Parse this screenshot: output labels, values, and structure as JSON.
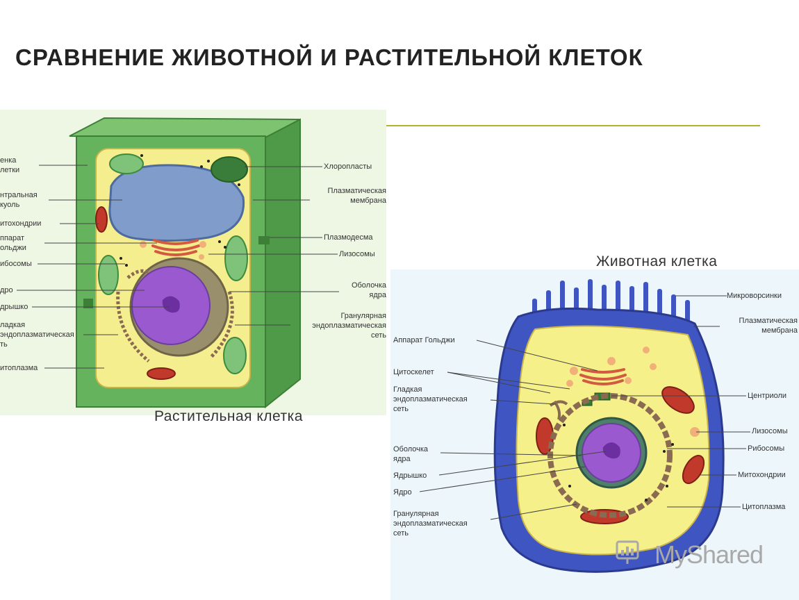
{
  "title": "СРАВНЕНИЕ ЖИВОТНОЙ И РАСТИТЕЛЬНОЙ КЛЕТОК",
  "plant": {
    "caption": "Растительная клетка",
    "left_labels": [
      [
        "енка",
        "летки"
      ],
      [
        "нтральная",
        "куоль"
      ],
      [
        "итохондрии"
      ],
      [
        "ппарат",
        "ольджи"
      ],
      [
        "ибосомы"
      ],
      [
        "дро"
      ],
      [
        "дрышко"
      ],
      [
        "ладкая",
        "эндоплазматическая",
        "ть"
      ],
      [
        "итоплазма"
      ]
    ],
    "right_labels": [
      [
        "Хлоропласты"
      ],
      [
        "Плазматическая",
        "мембрана"
      ],
      [
        "Плазмодесма"
      ],
      [
        "Лизосомы"
      ],
      [
        "Оболочка",
        "ядра"
      ],
      [
        "Гранулярная",
        "эндоплазматическая",
        "сеть"
      ]
    ]
  },
  "animal": {
    "caption": "Животная клетка",
    "left_labels": [
      [
        "Аппарат Гольджи"
      ],
      [
        "Цитоскелет"
      ],
      [
        "Гладкая",
        "эндоплазматическая",
        "сеть"
      ],
      [
        "Оболочка",
        "ядра"
      ],
      [
        "Ядрышко"
      ],
      [
        "Ядро"
      ],
      [
        "Гранулярная",
        "эндоплазматическая",
        "сеть"
      ]
    ],
    "right_labels": [
      [
        "Микроворсинки"
      ],
      [
        "Плазматическая",
        "мембрана"
      ],
      [
        "Центриоли"
      ],
      [
        "Лизосомы"
      ],
      [
        "Рибосомы"
      ],
      [
        "Митохондрии"
      ],
      [
        "Цитоплазма"
      ]
    ]
  },
  "watermark": "MyShared",
  "colors": {
    "cell_wall": "#5fb25a",
    "cytoplasm": "#f6f08a",
    "vacuole": "#7f9ccb",
    "nucleus": "#9b59d0",
    "animal_membrane": "#3f55c2",
    "mitochondria": "#c0392b",
    "rule": "#b5b12a"
  }
}
